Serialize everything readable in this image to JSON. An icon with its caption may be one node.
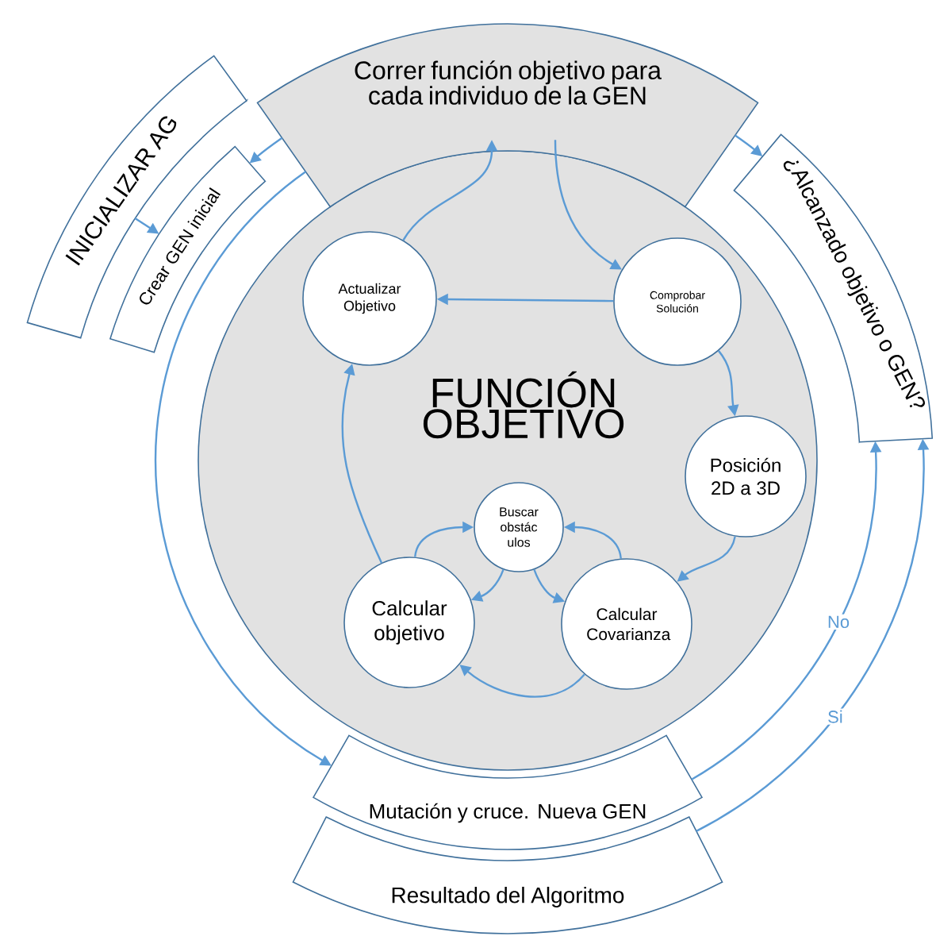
{
  "diagram": {
    "nodes": [
      {
        "text": [
          "Correr función objetivo para cada individuo de la GEN"
        ]
      },
      {
        "text": [
          "INICIALIZAR AG"
        ]
      },
      {
        "text": [
          "Crear GEN inicial"
        ]
      },
      {
        "text": [
          "¿Alcanzado objetivo o GEN?"
        ]
      },
      {
        "text": [
          "FUNCIÓN OBJETIVO"
        ]
      },
      {
        "text": [
          "Actualizar Objetivo"
        ],
        "in": 4
      },
      {
        "text": [
          "Comprobar Solución"
        ],
        "in": 4
      },
      {
        "text": [
          "Posición 2D a 3D"
        ],
        "in": 4
      },
      {
        "text": [
          "Buscar obstác ulos"
        ],
        "in": 4
      },
      {
        "text": [
          "Calcular objetivo"
        ],
        "in": 4
      },
      {
        "text": [
          "Calcular Covarianza"
        ],
        "in": 4
      },
      {
        "text": [
          "Mutación y cruce. Nueva GEN"
        ]
      },
      {
        "text": [
          "Resultado del Algoritmo"
        ]
      }
    ],
    "edges": [
      {
        "from": 0,
        "to": 6,
        "arrow": "to"
      },
      {
        "from": 5,
        "to": 0,
        "arrow": "to"
      },
      {
        "from": 6,
        "to": 5,
        "arrow": "to"
      },
      {
        "from": 6,
        "to": 7,
        "arrow": "to"
      },
      {
        "from": 7,
        "to": 10,
        "arrow": "to"
      },
      {
        "from": 10,
        "to": 9,
        "arrow": "to"
      },
      {
        "from": 9,
        "to": 5,
        "arrow": "to"
      },
      {
        "from": 9,
        "to": 8,
        "arrow": "to"
      },
      {
        "from": 8,
        "to": 9,
        "arrow": "to"
      },
      {
        "from": 8,
        "to": 10,
        "arrow": "to"
      },
      {
        "from": 10,
        "to": 8,
        "arrow": "to"
      },
      {
        "from": 0,
        "to": 2,
        "arrow": "to"
      },
      {
        "from": 1,
        "to": 2,
        "arrow": "to"
      },
      {
        "from": 0,
        "to": 11,
        "arrow": "to"
      },
      {
        "from": 0,
        "to": 3,
        "arrow": "to"
      },
      {
        "from": 11,
        "to": 3,
        "arrow": "to",
        "label": "No"
      },
      {
        "from": 12,
        "to": 3,
        "arrow": "to",
        "label": "Si"
      }
    ]
  }
}
